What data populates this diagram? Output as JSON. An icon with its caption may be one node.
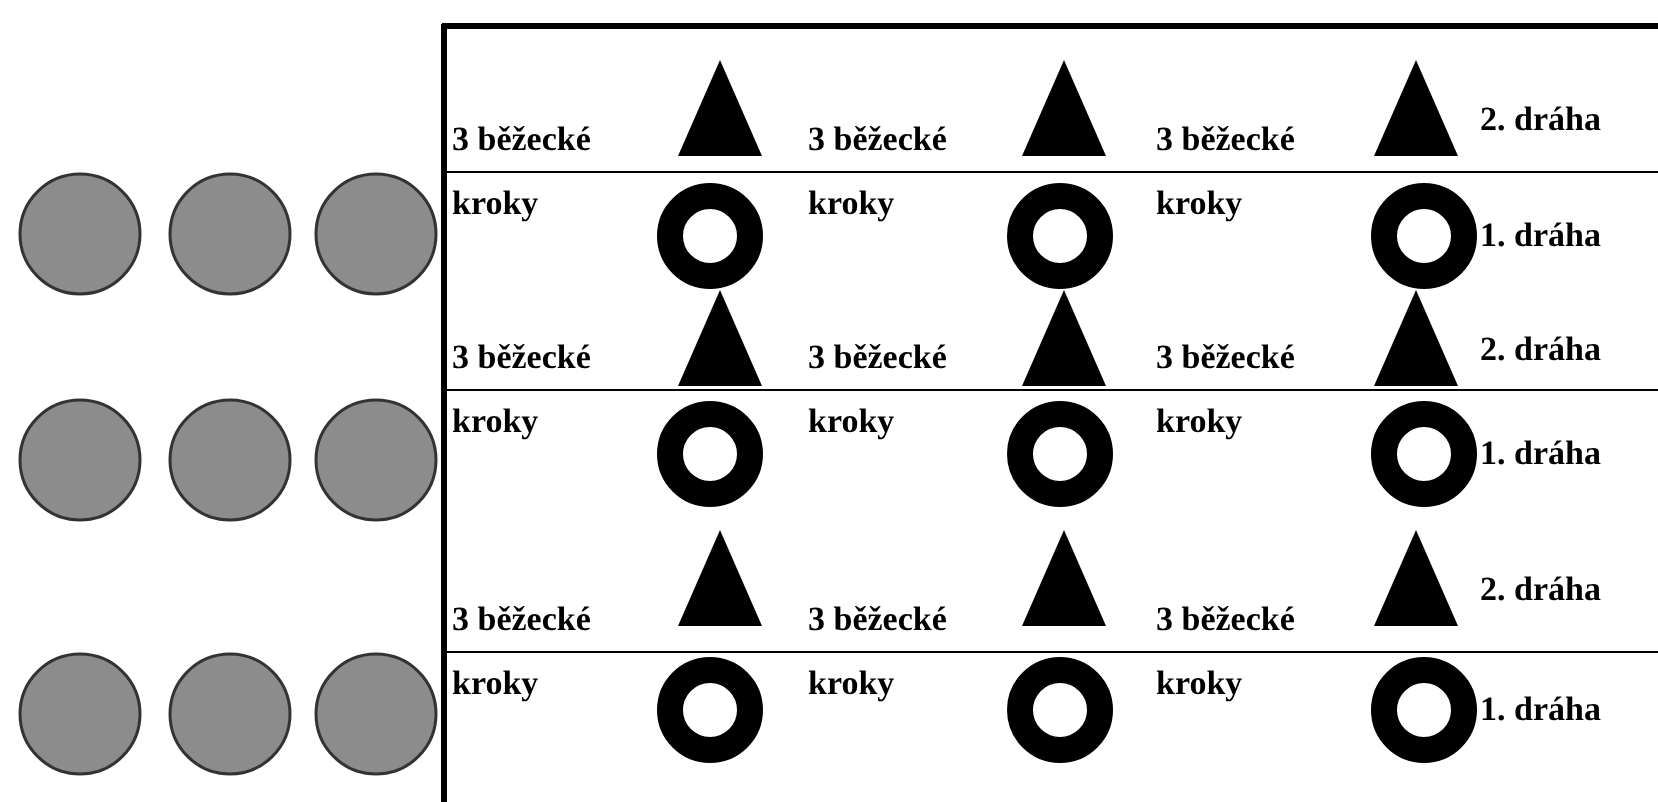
{
  "diagram": {
    "labels": [
      "3 běžecké kroky",
      "3 běžecké kroky",
      "3 běžecké kroky",
      "2. dráha",
      "1. dráha",
      "3 běžecké kroky",
      "3 běžecké kroky",
      "3 běžecké kroky",
      "2. dráha",
      "1. dráha",
      "3 běžecké kroky",
      "3 běžecké kroky",
      "3 běžecké kroky",
      "2. dráha",
      "1. dráha"
    ]
  }
}
